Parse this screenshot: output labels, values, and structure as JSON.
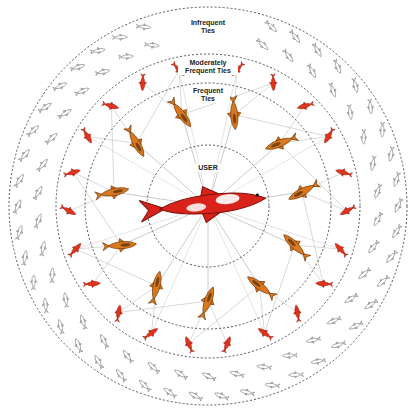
{
  "diagram": {
    "nodes": [
      {
        "text": [
          "Infrequent Ties"
        ]
      },
      {
        "text": [
          "Moderately Frequent Ties"
        ],
        "in": 0
      },
      {
        "text": [
          "Frequent Ties"
        ],
        "in": 1
      },
      {
        "text": [
          "USER"
        ],
        "in": 2
      }
    ]
  }
}
